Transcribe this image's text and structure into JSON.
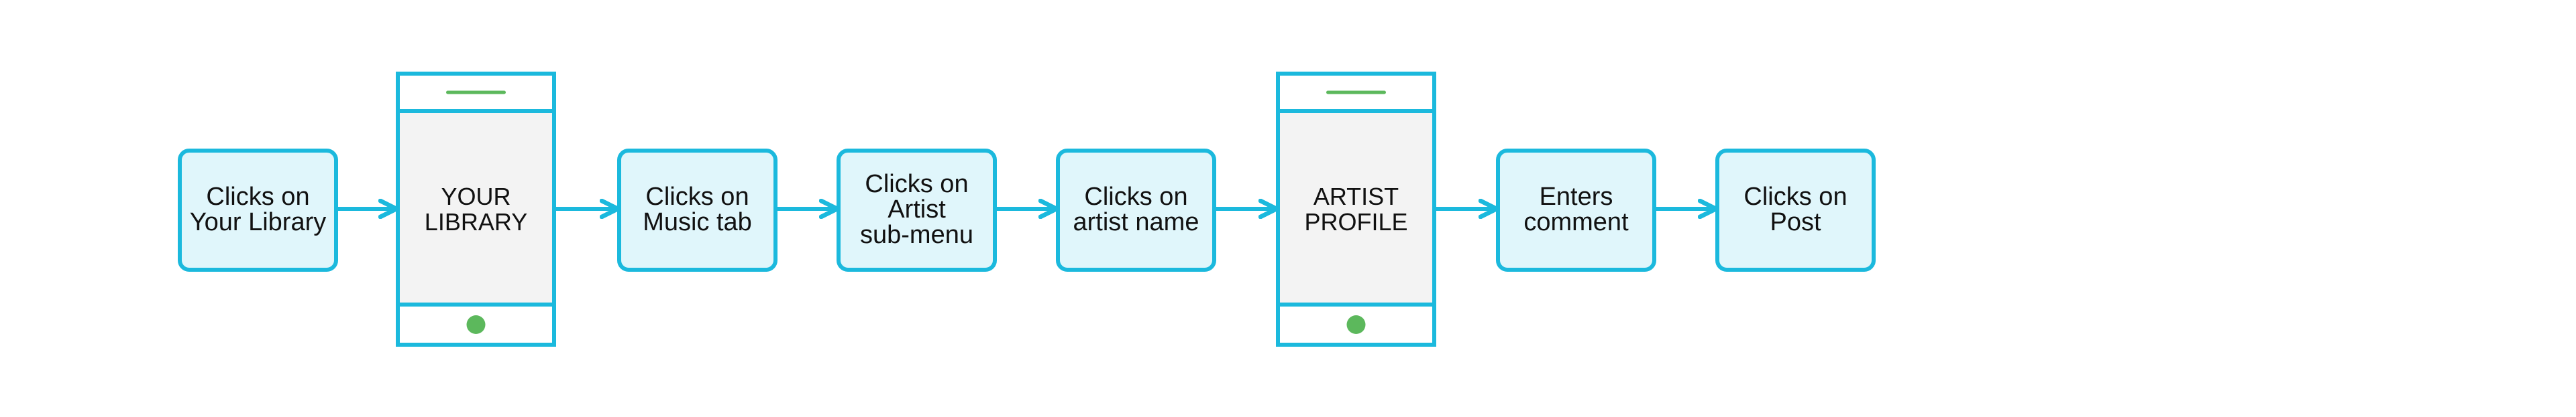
{
  "colors": {
    "stroke": "#1bb9dd",
    "box_fill": "#e0f6fb",
    "screen_fill": "#f3f3f3",
    "accent": "#5cb85c",
    "text": "#111111"
  },
  "flow": [
    {
      "kind": "step",
      "id": "step-clicks-on-your-library",
      "lines": [
        "Clicks on",
        "Your Library"
      ]
    },
    {
      "kind": "screen",
      "id": "screen-your-library",
      "lines": [
        "YOUR",
        "LIBRARY"
      ]
    },
    {
      "kind": "step",
      "id": "step-clicks-on-music-tab",
      "lines": [
        "Clicks on",
        "Music tab"
      ]
    },
    {
      "kind": "step",
      "id": "step-clicks-on-artist-sub-menu",
      "lines": [
        "Clicks on",
        "Artist",
        "sub-menu"
      ]
    },
    {
      "kind": "step",
      "id": "step-clicks-on-artist-name",
      "lines": [
        "Clicks on",
        "artist name"
      ]
    },
    {
      "kind": "screen",
      "id": "screen-artist-profile",
      "lines": [
        "ARTIST",
        "PROFILE"
      ]
    },
    {
      "kind": "step",
      "id": "step-enters-comment",
      "lines": [
        "Enters",
        "comment"
      ]
    },
    {
      "kind": "step",
      "id": "step-clicks-on-post",
      "lines": [
        "Clicks on",
        "Post"
      ]
    }
  ]
}
